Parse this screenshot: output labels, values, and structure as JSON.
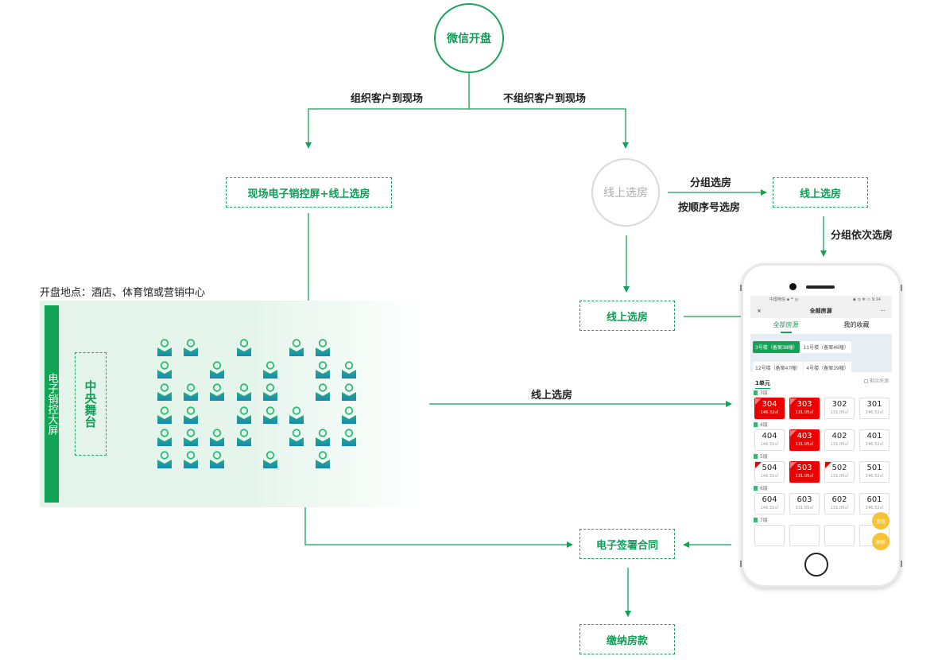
{
  "nodes": {
    "start": "微信开盘",
    "branch_left": "组织客户到现场",
    "branch_right": "不组织客户到现场",
    "onsite": "现场电子销控屏+线上选房",
    "online_circle": "线上选房",
    "group_label": "分组选房",
    "order_label": "按顺序号选房",
    "online_box_right": "线上选房",
    "group_seq_label": "分组依次选房",
    "online_box_left": "线上选房",
    "bidirectional_label": "线上选房",
    "contract": "电子签署合同",
    "payment": "缴纳房款"
  },
  "venue": {
    "caption": "开盘地点：酒店、体育馆或营销中心",
    "screen_label": "电子销控大屏",
    "stage_label": "中央舞台",
    "seat_grid": [
      [
        1,
        1,
        0,
        1,
        0,
        1,
        1,
        0
      ],
      [
        1,
        0,
        1,
        0,
        1,
        0,
        1,
        1
      ],
      [
        1,
        1,
        1,
        1,
        1,
        0,
        1,
        1
      ],
      [
        1,
        1,
        0,
        1,
        1,
        1,
        0,
        1
      ],
      [
        1,
        1,
        1,
        1,
        0,
        1,
        1,
        1
      ],
      [
        1,
        1,
        1,
        0,
        1,
        0,
        1,
        0
      ]
    ]
  },
  "phone": {
    "status_left": "中国电信 ▪ ᵃˡˡ ◎",
    "status_right": "◉ ◷ ✻ ▭ 9:14",
    "close": "×",
    "title": "全部房源",
    "more": "···",
    "tabs": [
      "全部房源",
      "我的收藏"
    ],
    "active_tab": 0,
    "buildings": [
      {
        "label": "3号楼（备案38幢）",
        "active": true
      },
      {
        "label": "11号楼（备案46幢）",
        "active": false
      },
      {
        "label": "12号楼（备案47幢）",
        "active": false
      },
      {
        "label": "4号楼（备案39幢）",
        "active": false
      }
    ],
    "unit": "1单元",
    "remaining_label": "剩余房源",
    "floors": [
      {
        "label": "3层",
        "rooms": [
          {
            "no": "304",
            "area": "146.32㎡",
            "sold": true,
            "tag": true
          },
          {
            "no": "303",
            "area": "131.05㎡",
            "sold": true,
            "tag": true
          },
          {
            "no": "302",
            "area": "131.05㎡",
            "sold": false,
            "tag": false
          },
          {
            "no": "301",
            "area": "146.32㎡",
            "sold": false,
            "tag": false
          }
        ]
      },
      {
        "label": "4层",
        "rooms": [
          {
            "no": "404",
            "area": "146.32㎡",
            "sold": false,
            "tag": false
          },
          {
            "no": "403",
            "area": "131.05㎡",
            "sold": true,
            "tag": true
          },
          {
            "no": "402",
            "area": "131.05㎡",
            "sold": false,
            "tag": false
          },
          {
            "no": "401",
            "area": "146.32㎡",
            "sold": false,
            "tag": false
          }
        ]
      },
      {
        "label": "5层",
        "rooms": [
          {
            "no": "504",
            "area": "146.32㎡",
            "sold": false,
            "tag": true
          },
          {
            "no": "503",
            "area": "131.05㎡",
            "sold": true,
            "tag": true
          },
          {
            "no": "502",
            "area": "131.05㎡",
            "sold": false,
            "tag": true
          },
          {
            "no": "501",
            "area": "146.32㎡",
            "sold": false,
            "tag": false
          }
        ]
      },
      {
        "label": "6层",
        "rooms": [
          {
            "no": "604",
            "area": "146.32㎡",
            "sold": false,
            "tag": false
          },
          {
            "no": "603",
            "area": "131.05㎡",
            "sold": false,
            "tag": false
          },
          {
            "no": "602",
            "area": "131.05㎡",
            "sold": false,
            "tag": false
          },
          {
            "no": "601",
            "area": "146.32㎡",
            "sold": false,
            "tag": false
          }
        ]
      },
      {
        "label": "7层",
        "rooms": []
      }
    ],
    "fab_search": "查找",
    "fab_refresh": "刷新"
  },
  "colors": {
    "green": "#10a454",
    "sold_red": "#ee0000",
    "fab_yellow": "#f7c233"
  }
}
